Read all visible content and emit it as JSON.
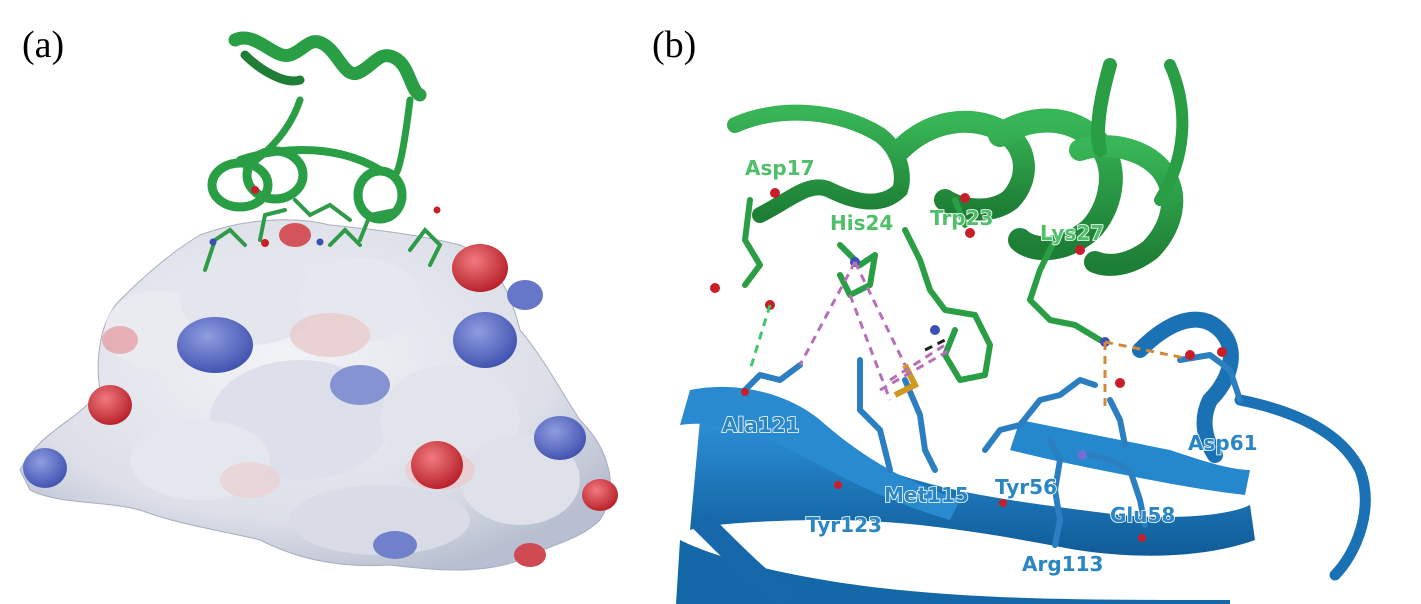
{
  "panels": {
    "a": {
      "label": "(a)"
    },
    "b": {
      "label": "(b)",
      "residues": {
        "asp17": "Asp17",
        "his24": "His24",
        "trp23": "Trp23",
        "lys27": "Lys27",
        "ala121": "Ala121",
        "met115": "Met115",
        "tyr56": "Tyr56",
        "asp61": "Asp61",
        "tyr123": "Tyr123",
        "glu58": "Glu58",
        "arg113": "Arg113"
      }
    }
  },
  "colors": {
    "peptide_green": "#2a9e45",
    "protein_blue": "#1a72b5",
    "surface_white": "#e6e8ee",
    "surface_blue": "#5a6dc4",
    "surface_red": "#d0303a",
    "hbond_green": "#3cc76a",
    "hbond_pink": "#b66fb8",
    "hbond_orange": "#d08a3a"
  }
}
